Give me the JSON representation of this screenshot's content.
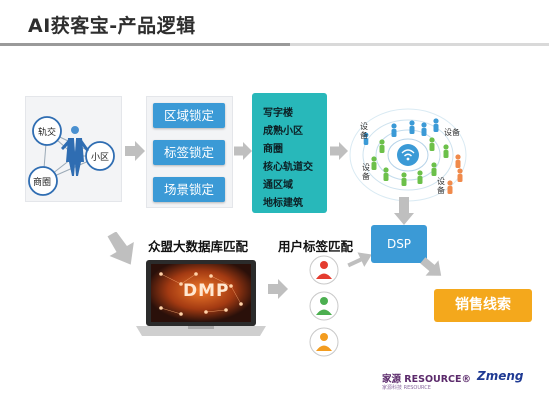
{
  "slide": {
    "title": "AI获客宝-产品逻辑",
    "inputs": {
      "nodes": [
        "轨交",
        "小区",
        "商圈"
      ]
    },
    "locks": [
      "区域锁定",
      "标签锁定",
      "场景锁定"
    ],
    "scenes": [
      "写字楼",
      "成熟小区",
      "商圈",
      "核心轨道交",
      "通区域",
      "地标建筑"
    ],
    "devices": {
      "top_left": "设\n备",
      "top_right": "设备",
      "left": "设\n备",
      "bottom": "设\n备"
    },
    "step_big_data": "众盟大数据库匹配",
    "step_tag_match": "用户标签匹配",
    "dmp_label": "DMP",
    "dsp_label": "DSP",
    "leads_label": "销售线索",
    "logos": {
      "left": "家源 RESOURCE®",
      "left_sub": "家源科技 RESOURCE",
      "right": "Zmeng"
    },
    "colors": {
      "blue": "#3b9ad6",
      "teal": "#28b8ba",
      "orange": "#f4a81c",
      "arrow": "#bfbfbf"
    }
  }
}
